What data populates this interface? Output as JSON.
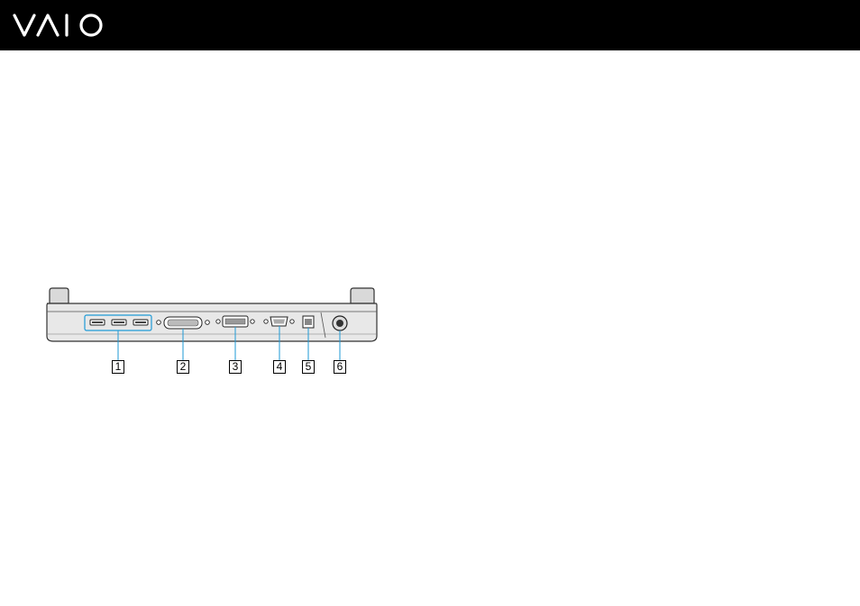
{
  "brand": {
    "logo_text": "VAIO"
  },
  "figure": {
    "description_label": "",
    "callouts": [
      "1",
      "2",
      "3",
      "4",
      "5",
      "6"
    ]
  },
  "colors": {
    "header": "#000000",
    "callout_line": "#1e9ad6",
    "device_body": "#e6e6e6"
  }
}
